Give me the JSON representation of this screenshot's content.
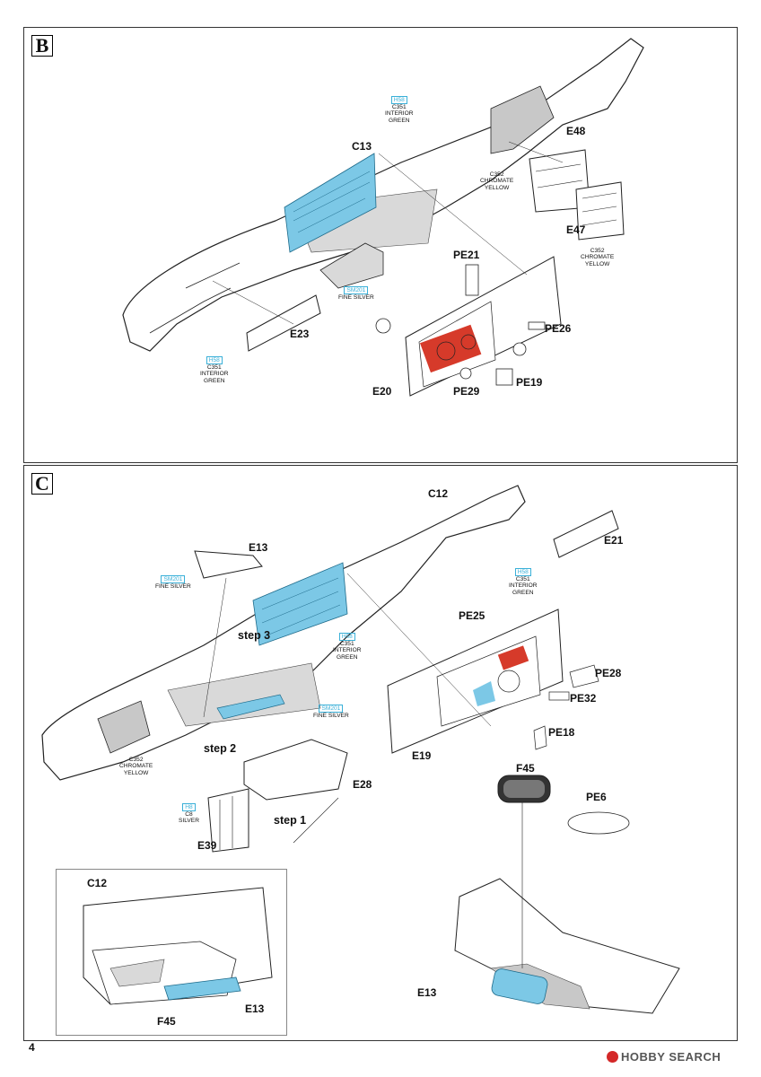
{
  "page": {
    "number": "4"
  },
  "brand": {
    "name": "HOBBY SEARCH",
    "icon": "hobby-search-logo"
  },
  "colors": {
    "callout": "#3ab0d8",
    "highlight_blue": "#7cc8e6",
    "highlight_red": "#d63a2a",
    "shade": "#c8c8c8"
  },
  "panel_b": {
    "letter": "B",
    "parts": {
      "c13": "C13",
      "e48": "E48",
      "e47": "E47",
      "pe21": "PE21",
      "pe26": "PE26",
      "e23": "E23",
      "e20": "E20",
      "pe29": "PE29",
      "pe19": "PE19"
    },
    "callouts": [
      {
        "code": "H58",
        "line1": "C351",
        "line2": "INTERIOR",
        "line3": "GREEN"
      },
      {
        "code": "",
        "line1": "C352",
        "line2": "CHROMATE",
        "line3": "YELLOW"
      },
      {
        "code": "",
        "line1": "C352",
        "line2": "CHROMATE",
        "line3": "YELLOW"
      },
      {
        "code": "SM201",
        "line1": "FINE SILVER",
        "line2": "",
        "line3": ""
      },
      {
        "code": "H58",
        "line1": "C351",
        "line2": "INTERIOR",
        "line3": "GREEN"
      }
    ]
  },
  "panel_c": {
    "letter": "C",
    "parts": {
      "c12": "C12",
      "e21": "E21",
      "e13": "E13",
      "pe25": "PE25",
      "pe28": "PE28",
      "pe32": "PE32",
      "pe18": "PE18",
      "e19": "E19",
      "f45": "F45",
      "pe6": "PE6",
      "e28": "E28",
      "e39": "E39",
      "e13_bottom": "E13"
    },
    "steps": {
      "step1": "step 1",
      "step2": "step 2",
      "step3": "step 3"
    },
    "callouts": [
      {
        "code": "SM201",
        "line1": "FINE SILVER",
        "line2": "",
        "line3": ""
      },
      {
        "code": "H58",
        "line1": "C351",
        "line2": "INTERIOR",
        "line3": "GREEN"
      },
      {
        "code": "H58",
        "line1": "C351",
        "line2": "INTERIOR",
        "line3": "GREEN"
      },
      {
        "code": "SM201",
        "line1": "FINE SILVER",
        "line2": "",
        "line3": ""
      },
      {
        "code": "",
        "line1": "C352",
        "line2": "CHROMATE",
        "line3": "YELLOW"
      },
      {
        "code": "H8",
        "line1": "C8",
        "line2": "SILVER",
        "line3": ""
      }
    ],
    "inset": {
      "c12": "C12",
      "f45": "F45",
      "e13": "E13"
    }
  }
}
